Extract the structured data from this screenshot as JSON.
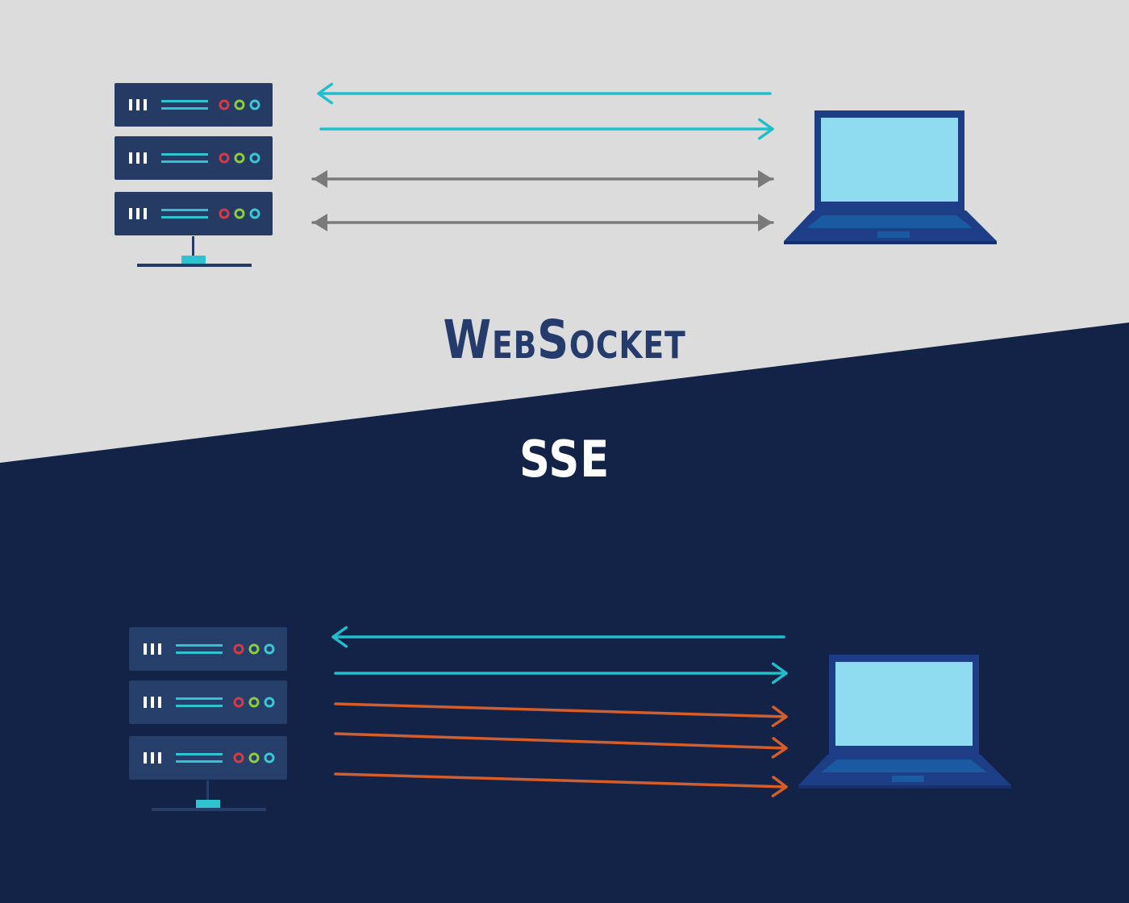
{
  "websocket": {
    "title": "WebSocket",
    "title_color": "#253b6b",
    "arrows": [
      {
        "direction": "to-server",
        "color": "#1fbfcc"
      },
      {
        "direction": "to-client",
        "color": "#1fbfcc"
      },
      {
        "direction": "bidirectional",
        "color": "#7a7a7a"
      },
      {
        "direction": "bidirectional",
        "color": "#7a7a7a"
      }
    ]
  },
  "sse": {
    "title": "SSE",
    "title_color": "#ffffff",
    "arrows": [
      {
        "direction": "to-server",
        "color": "#1fbfcc"
      },
      {
        "direction": "to-client",
        "color": "#1fbfcc"
      },
      {
        "direction": "to-client",
        "color": "#d45d2c"
      },
      {
        "direction": "to-client",
        "color": "#d45d2c"
      },
      {
        "direction": "to-client",
        "color": "#d45d2c"
      }
    ]
  },
  "colors": {
    "light_background": "#dcdcdc",
    "dark_background": "#122347",
    "server_top_panel": "#253b63",
    "server_bottom_panel": "#263e6a",
    "laptop_frame": "#1d3d86",
    "laptop_screen": "#8fdbf0",
    "status_red": "#d83a45",
    "status_green": "#8ccc3e",
    "status_cyan": "#3cc7d6"
  },
  "icons": {
    "server": "server-rack-icon",
    "client": "laptop-icon"
  }
}
